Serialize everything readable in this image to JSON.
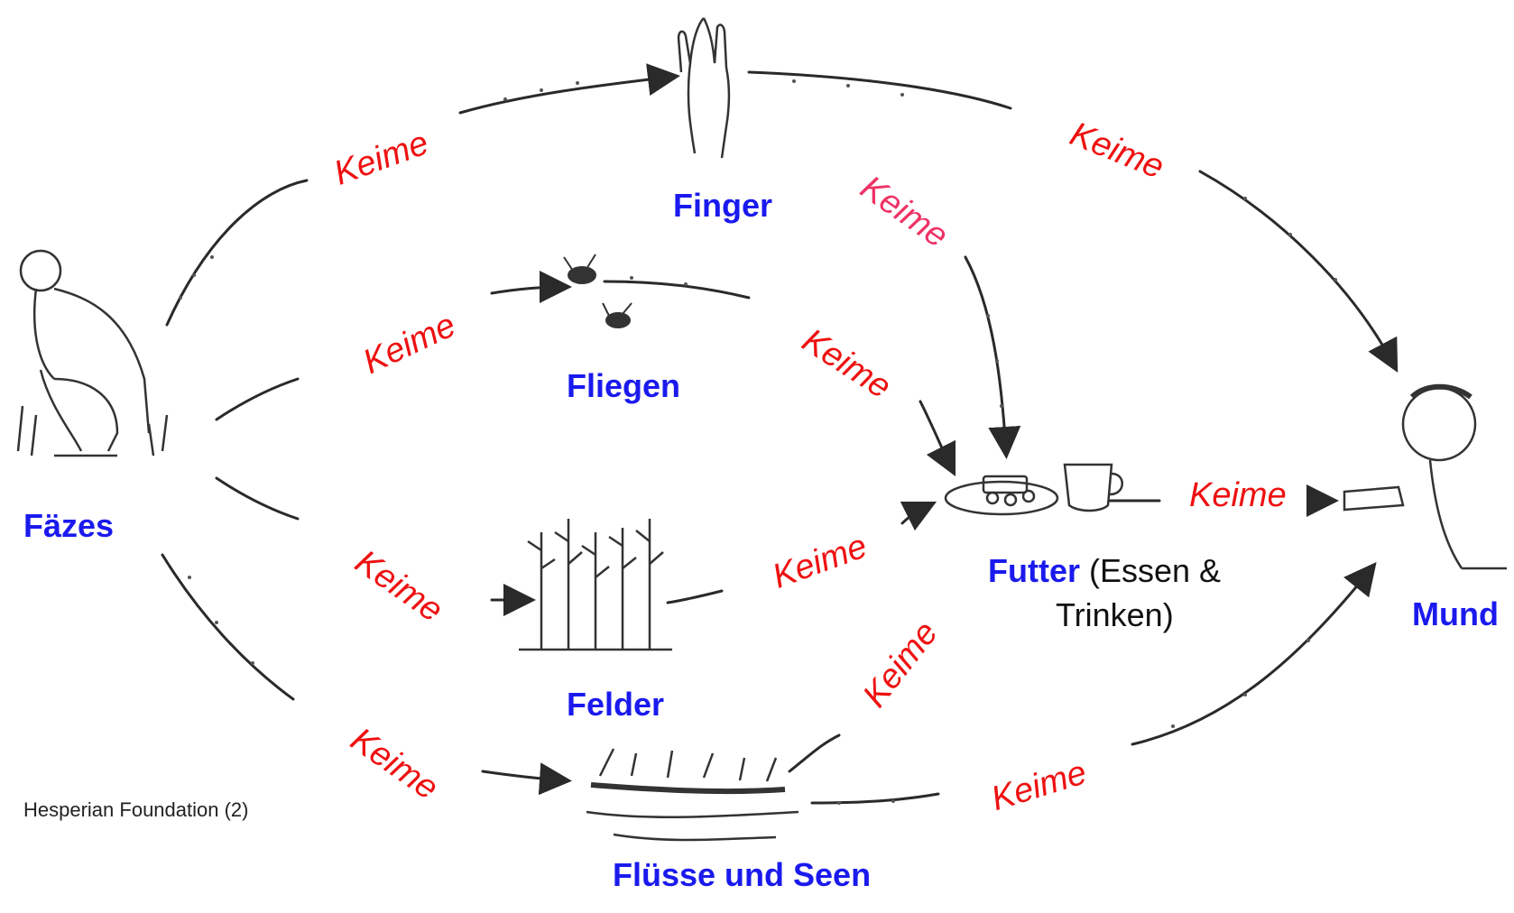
{
  "nodes": {
    "faezes": "Fäzes",
    "finger": "Finger",
    "fliegen": "Fliegen",
    "felder": "Felder",
    "fluesse": "Flüsse und Seen",
    "futter": "Futter",
    "futter_note_1": "(Essen  &",
    "futter_note_2": "Trinken)",
    "mund": "Mund"
  },
  "germ_labels": {
    "faezes_finger": "Keime",
    "finger_mund": "Keime",
    "finger_futter": "Keime",
    "faezes_fliegen": "Keime",
    "fliegen_futter": "Keime",
    "faezes_felder": "Keime",
    "felder_futter": "Keime",
    "faezes_fluesse": "Keime",
    "fluesse_futter": "Keime",
    "futter_mund": "Keime",
    "fluesse_mund": "Keime"
  },
  "credit": "Hesperian Foundation (2)",
  "colors": {
    "node_label": "#1a1aee",
    "germ_label": "#ee1111",
    "germ_label_alt": "#ee3366",
    "arrow": "#2a2a2a"
  },
  "illustrations": {
    "faezes": "squatting-person",
    "finger": "hand-fingers",
    "fliegen": "flies",
    "felder": "crop-field",
    "fluesse": "river-water",
    "futter": "plate-and-cup",
    "mund": "person-drinking"
  }
}
